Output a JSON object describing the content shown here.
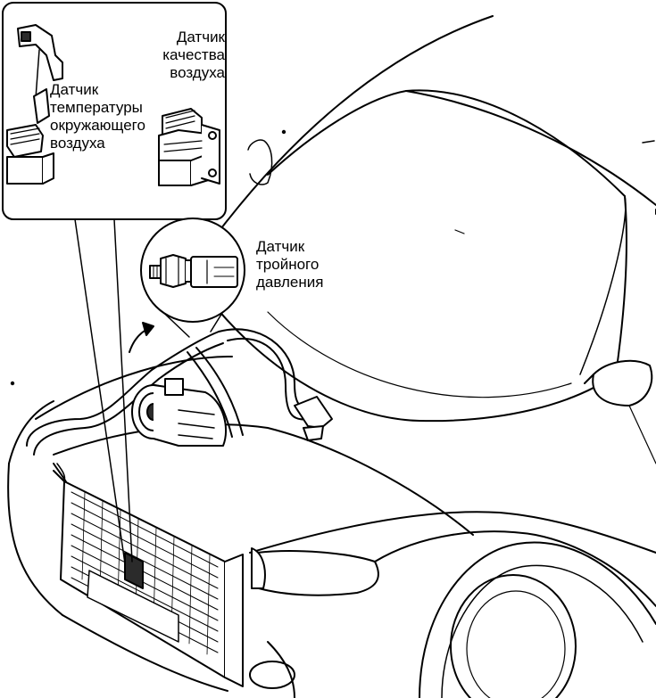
{
  "labels": {
    "air_quality_sensor": [
      "Датчик",
      "качества",
      "воздуха"
    ],
    "ambient_temp_sensor": [
      "Датчик",
      "температуры",
      "окружающего",
      "воздуха"
    ],
    "triple_pressure_sensor": [
      "Датчик",
      "тройного",
      "давления"
    ]
  },
  "colors": {
    "line": "#000000",
    "background": "#ffffff",
    "shade": "#2b2b2b"
  }
}
